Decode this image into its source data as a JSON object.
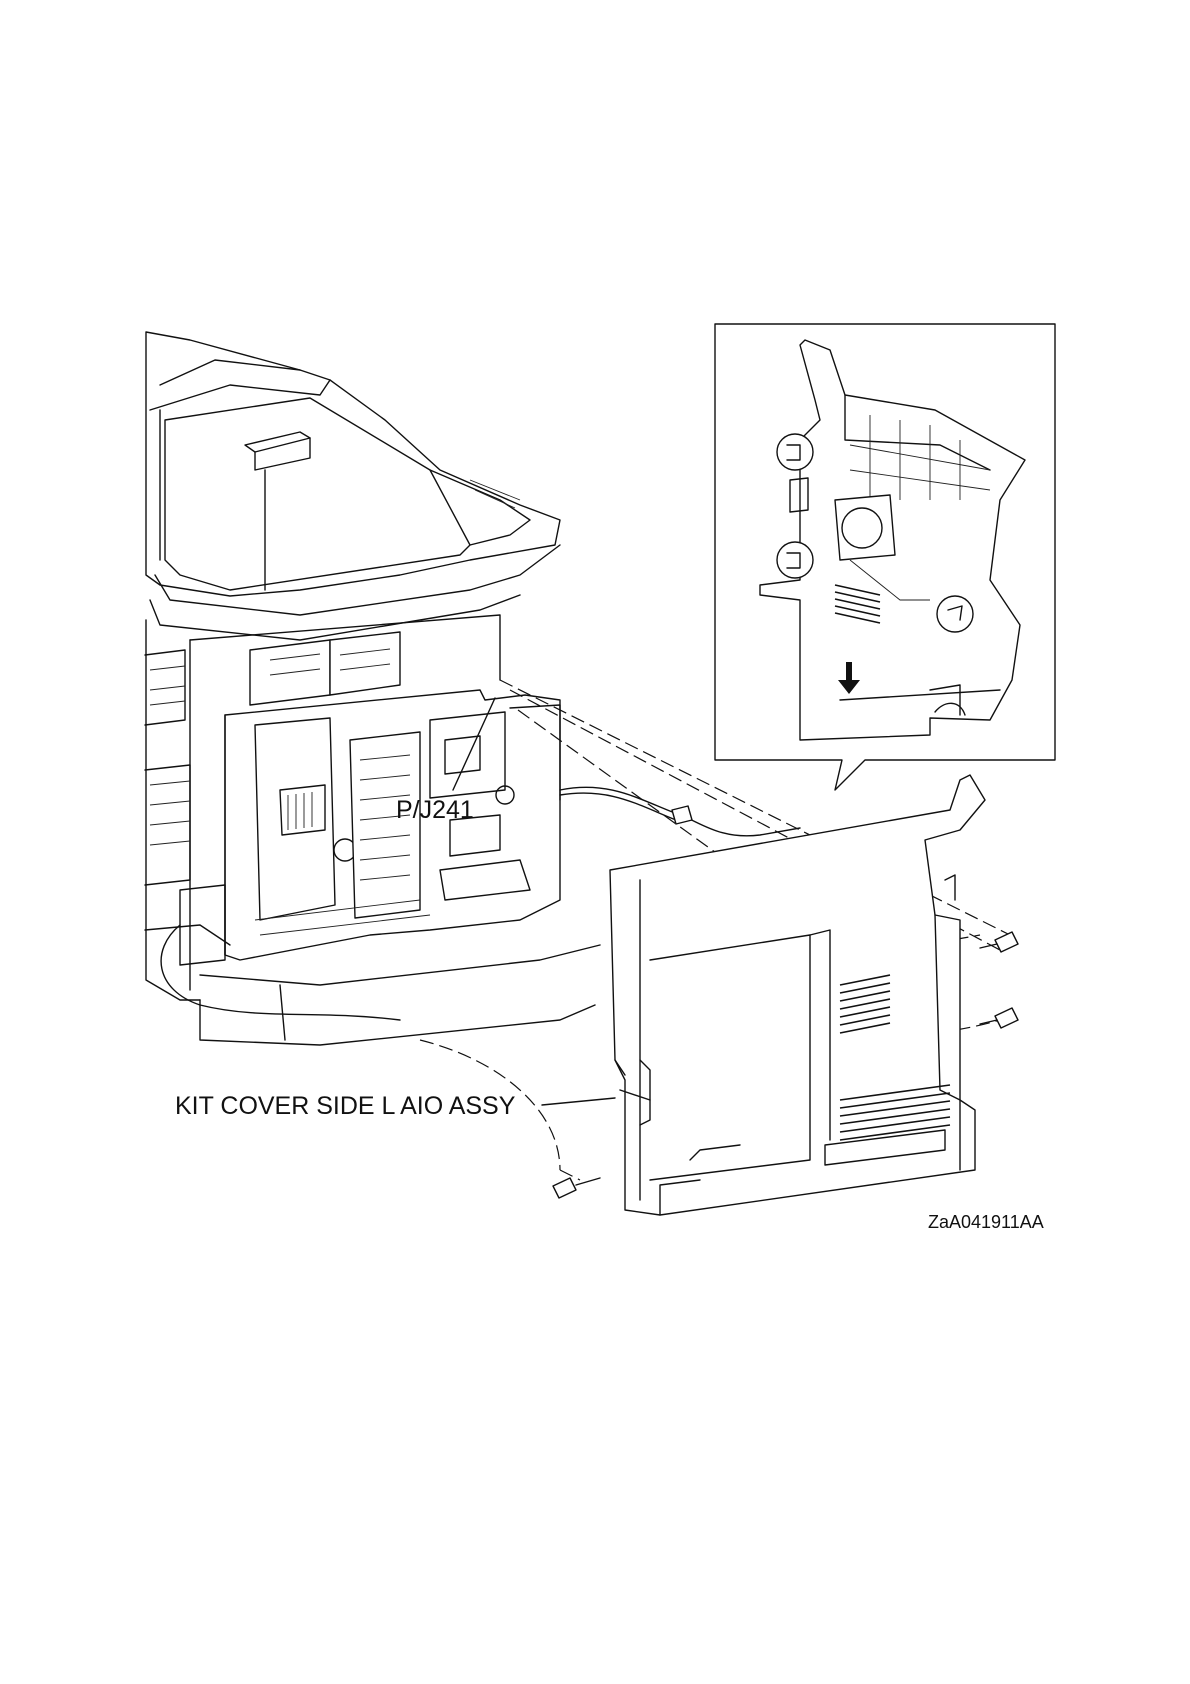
{
  "figure": {
    "callout_connector": "P/J241",
    "callout_part": "KIT COVER SIDE L AIO ASSY",
    "figure_id": "ZaA041911AA"
  }
}
